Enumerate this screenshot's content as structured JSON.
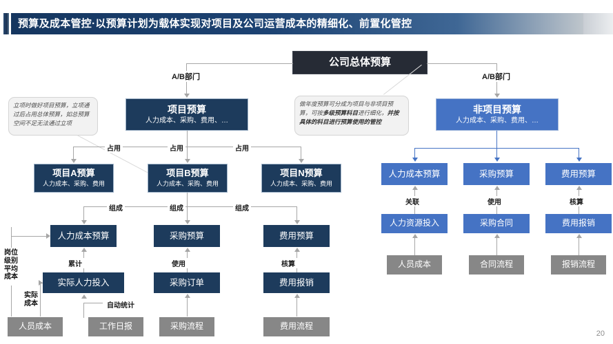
{
  "slide": {
    "title": "预算及成本管控·以预算计划为载体实现对项目及公司运营成本的精细化、前置化管控",
    "page_number": "20",
    "colors": {
      "title_bar_start": "#15365f",
      "title_bar_end": "#bfc6cc",
      "dark_box": "#262b35",
      "navy_box": "#1d3b5c",
      "blue_box": "#4573c4",
      "gray_box": "#878787",
      "connector_gray": "#a6a6a6",
      "connector_blue": "#4573c4"
    }
  },
  "root": {
    "label": "公司总体预算"
  },
  "branch_labels": {
    "left": "A/B部门",
    "right": "A/B部门"
  },
  "left_tree": {
    "header": {
      "title": "项目预算",
      "subtitle": "人力成本、采购、费用、…"
    },
    "占用_labels": [
      "占用",
      "占用",
      "占用"
    ],
    "projects": [
      {
        "title": "项目A预算",
        "subtitle": "人力成本、采购、费用"
      },
      {
        "title": "项目B预算",
        "subtitle": "人力成本、采购、费用"
      },
      {
        "title": "项目N预算",
        "subtitle": "人力成本、采购、费用"
      }
    ],
    "组成_labels": [
      "组成",
      "组成",
      "组成"
    ],
    "budgets": [
      "人力成本预算",
      "采购预算",
      "费用预算"
    ],
    "relation_labels": [
      "累计",
      "使用",
      "核算"
    ],
    "actuals": [
      "实际人力投入",
      "采购订单",
      "费用报销"
    ],
    "sources": [
      "人员成本",
      "工作日报",
      "采购流程",
      "费用流程"
    ],
    "side_labels": {
      "average_cost": [
        "岗位",
        "级别",
        "平均",
        "成本"
      ],
      "actual_cost": [
        "实际",
        "成本"
      ],
      "auto_stat": "自动统计"
    }
  },
  "right_tree": {
    "header": {
      "title": "非项目预算",
      "subtitle": "人力成本、采购、费用、…"
    },
    "budgets": [
      "人力成本预算",
      "采购预算",
      "费用预算"
    ],
    "relation_labels": [
      "关联",
      "使用",
      "核算"
    ],
    "objects": [
      "人力资源投入",
      "采购合同",
      "费用报销"
    ],
    "sources": [
      "人员成本",
      "合同流程",
      "报销流程"
    ]
  },
  "callouts": {
    "left": "立项时做好项目预算，立项通过后占用总体预算，如总预算空间不足无法通过立项",
    "center_part1": "做年度预算可分成为项目与非项目预算，可按",
    "center_bold1": "多级预算科目",
    "center_part2": "进行细化，",
    "center_bold2": "并按具体的科目进行预算使用的管控"
  }
}
